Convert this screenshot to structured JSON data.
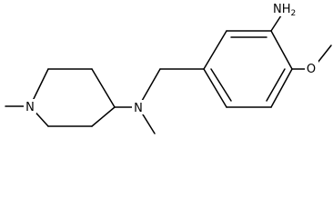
{
  "molecule": {
    "atoms": {
      "n_ring": "N",
      "n_amine": "N",
      "nh2": "NH2",
      "o_methoxy": "O"
    }
  },
  "colors": {
    "background": "#ffffff",
    "bond": "#000000",
    "label": "#000000"
  }
}
